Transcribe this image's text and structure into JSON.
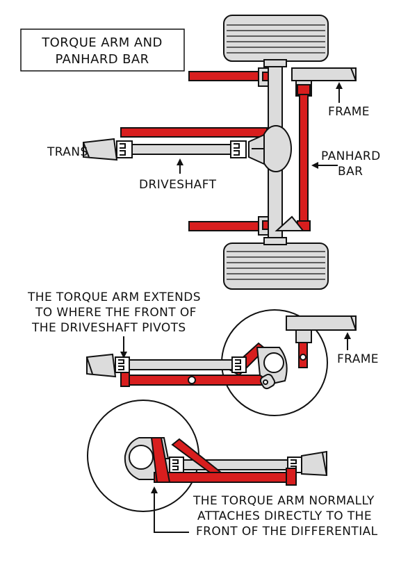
{
  "title": {
    "line1": "TORQUE ARM AND",
    "line2": "PANHARD BAR"
  },
  "labels": {
    "frame_top": "FRAME",
    "trans": "TRANS",
    "panhard_line1": "PANHARD",
    "panhard_line2": "BAR",
    "driveshaft": "DRIVESHAFT",
    "frame_middle": "FRAME"
  },
  "captions": {
    "extends": [
      "THE TORQUE ARM EXTENDS",
      "TO WHERE THE FRONT OF",
      "THE DRIVESHAFT PIVOTS"
    ],
    "attaches": [
      "THE TORQUE ARM  NORMALLY",
      "ATTACHES DIRECTLY TO THE",
      "FRONT OF THE DIFFERENTIAL"
    ]
  },
  "colors": {
    "arm": "#d81e1e",
    "metal": "#dcdcdc",
    "outline": "#111111",
    "background": "#ffffff"
  }
}
